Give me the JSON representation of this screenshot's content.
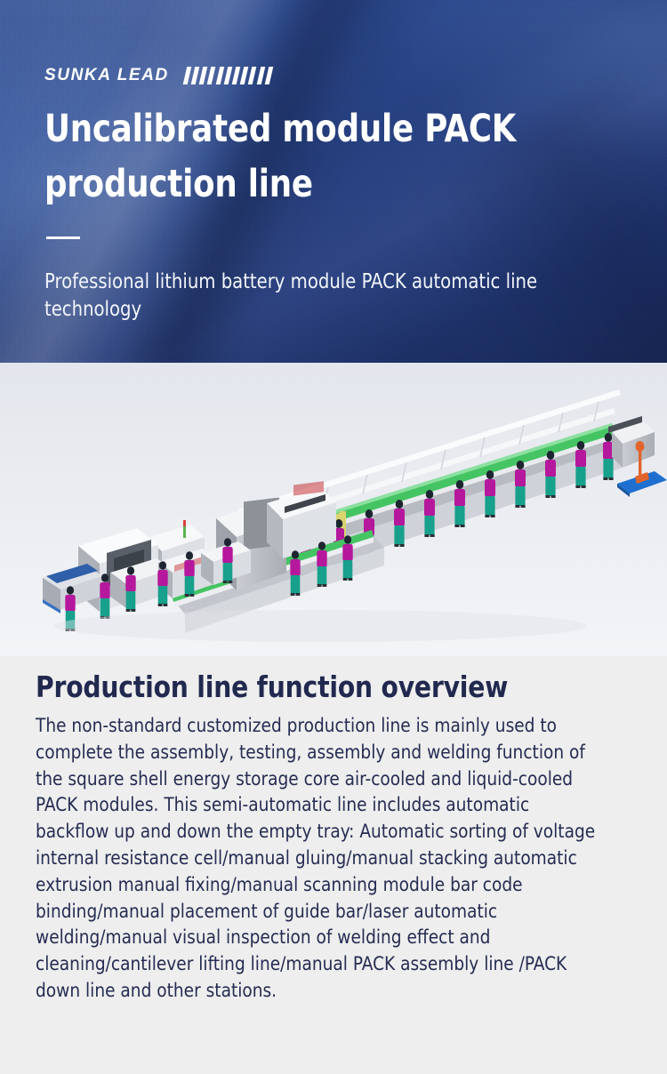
{
  "hero": {
    "brand": "SUNKA LEAD",
    "tally_marks": 11,
    "title": "Uncalibrated module PACK production line",
    "subtitle": "Professional lithium battery module PACK automatic line technology",
    "bg_color": "#24407f",
    "text_color": "#ffffff"
  },
  "figure": {
    "caption": "3D render of an uncalibrated module PACK semi-automatic production line with conveyor, workstations and operators",
    "background_color": "#eceef2",
    "conveyor_color": "#45c463",
    "worker_top_color": "#b5189c",
    "worker_pants_color": "#17a08c",
    "machine_color": "#e9ecef",
    "pallet_color": "#1f6fd0",
    "crane_color": "#d8d470",
    "worker_count_main_line": 11,
    "worker_count_front_line": 9
  },
  "overview": {
    "heading": "Production line function overview",
    "heading_color": "#22294f",
    "paragraph": "The non-standard customized production line is mainly used to complete the assembly, testing, assembly and welding function of the square shell energy storage core air-cooled and liquid-cooled PACK modules. This semi-automatic line includes automatic backflow up and down the empty tray: Automatic sorting of voltage internal resistance cell/manual gluing/manual stacking automatic extrusion manual fixing/manual scanning module bar code binding/manual placement of guide bar/laser automatic welding/manual visual inspection of welding effect and cleaning/cantilever lifting line/manual PACK assembly line /PACK down line and other stations."
  },
  "page": {
    "background_color": "#eeeeee"
  }
}
